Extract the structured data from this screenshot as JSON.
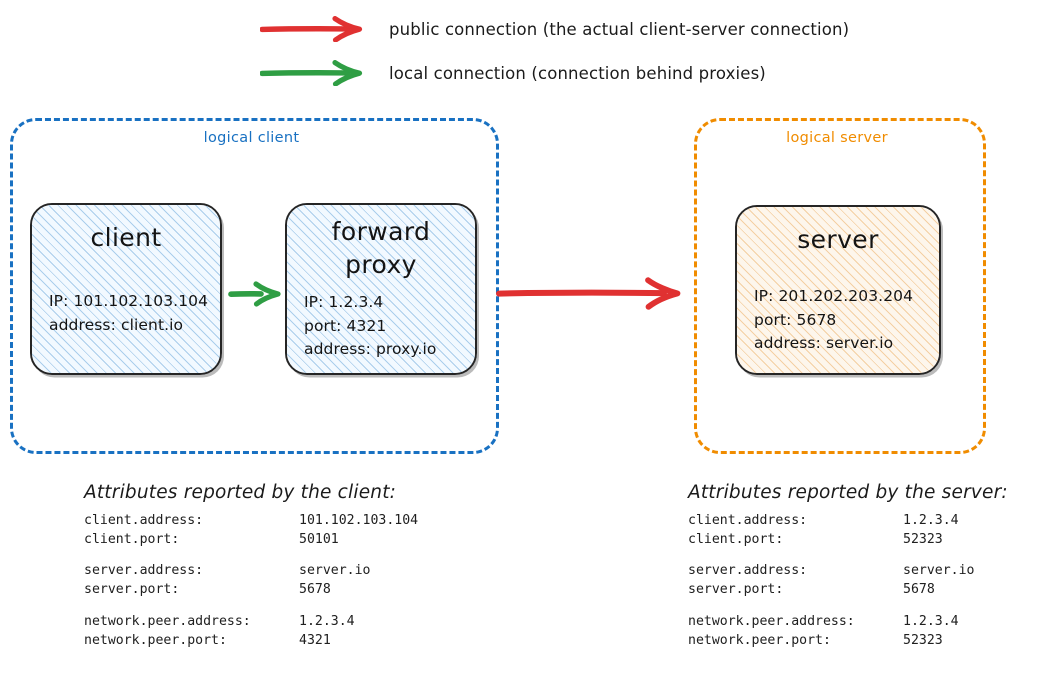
{
  "legend": [
    {
      "color": "#e03131",
      "icon": "red-arrow-icon",
      "label": "public connection (the actual client-server connection)"
    },
    {
      "color": "#2f9e44",
      "icon": "green-arrow-icon",
      "label": "local connection (connection behind proxies)"
    }
  ],
  "groups": {
    "client": {
      "label": "logical client",
      "color": "#1971c2",
      "nodes": [
        {
          "id": "client",
          "title": "client",
          "attrs": "IP: 101.102.103.104\naddress: client.io"
        },
        {
          "id": "forward-proxy",
          "title": "forward\nproxy",
          "attrs": "IP: 1.2.3.4\nport: 4321\naddress: proxy.io"
        }
      ]
    },
    "server": {
      "label": "logical server",
      "color": "#f08c00",
      "nodes": [
        {
          "id": "server",
          "title": "server",
          "attrs": "IP: 201.202.203.204\nport: 5678\naddress: server.io"
        }
      ]
    }
  },
  "connections": [
    {
      "id": "client-to-proxy",
      "type": "local",
      "color": "#2f9e44"
    },
    {
      "id": "proxy-to-server",
      "type": "public",
      "color": "#e03131"
    }
  ],
  "attributes_client": {
    "heading": "Attributes reported by the client:",
    "rows": [
      {
        "key": "client.address:",
        "value": "101.102.103.104"
      },
      {
        "key": "client.port:",
        "value": "50101"
      },
      {
        "spacer": true
      },
      {
        "key": "server.address:",
        "value": "server.io"
      },
      {
        "key": "server.port:",
        "value": "5678"
      },
      {
        "spacer": true
      },
      {
        "key": "network.peer.address:",
        "value": "1.2.3.4"
      },
      {
        "key": "network.peer.port:",
        "value": "4321"
      }
    ]
  },
  "attributes_server": {
    "heading": "Attributes reported by the server:",
    "rows": [
      {
        "key": "client.address:",
        "value": "1.2.3.4"
      },
      {
        "key": "client.port:",
        "value": "52323"
      },
      {
        "spacer": true
      },
      {
        "key": "server.address:",
        "value": "server.io"
      },
      {
        "key": "server.port:",
        "value": "5678"
      },
      {
        "spacer": true
      },
      {
        "key": "network.peer.address:",
        "value": "1.2.3.4"
      },
      {
        "key": "network.peer.port:",
        "value": "52323"
      }
    ]
  }
}
